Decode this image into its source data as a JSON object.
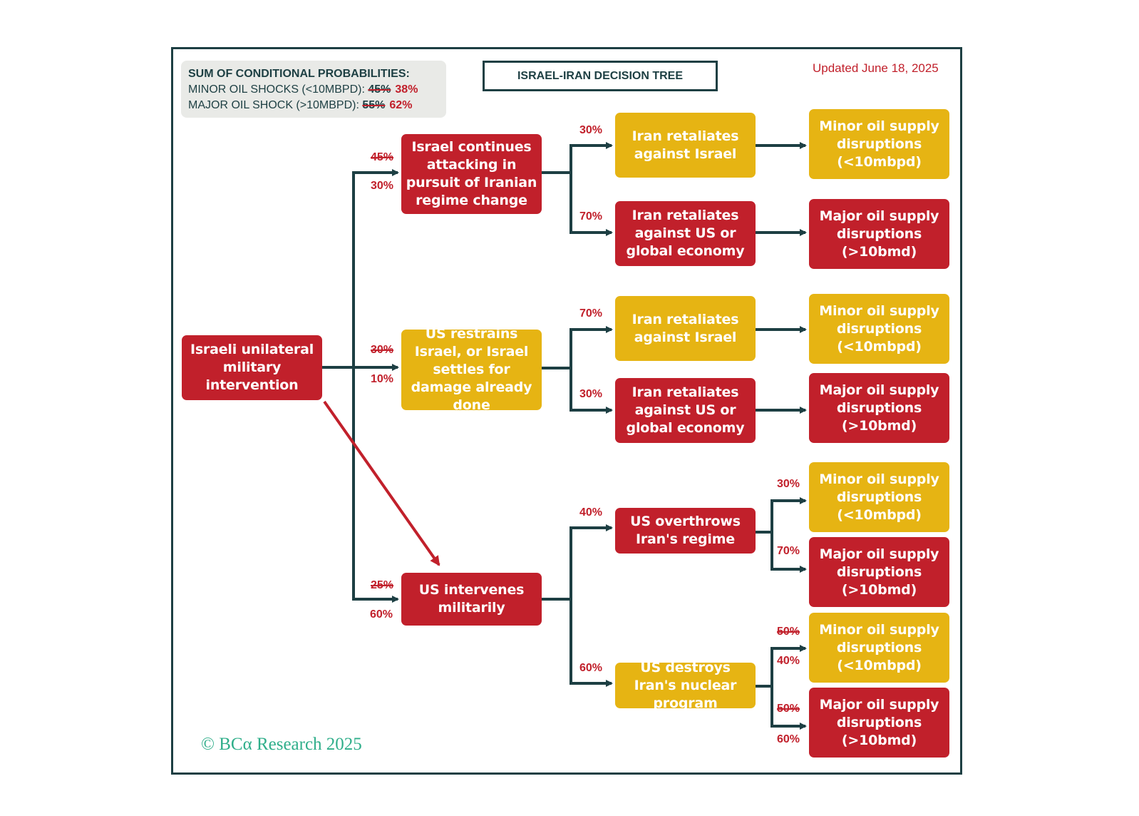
{
  "summary": {
    "heading": "SUM OF CONDITIONAL PROBABILITIES:",
    "minor_label": "MINOR OIL SHOCKS (<10MBPD):",
    "minor_old": "45%",
    "minor_new": "38%",
    "major_label": "MAJOR OIL SHOCK (>10MBPD):",
    "major_old": "55%",
    "major_new": "62%"
  },
  "title": "ISRAEL-IRAN DECISION TREE",
  "updated": "Updated June 18, 2025",
  "copyright": "© BCα Research 2025",
  "colors": {
    "red": "#c1202b",
    "yellow": "#e6b413",
    "line": "#1d3f43",
    "brand": "#2fae8a"
  },
  "nodes": {
    "root": "Israeli unilateral military intervention",
    "b1": "Israel continues attacking in pursuit of Iranian regime change",
    "b2": "US restrains Israel, or Israel settles for damage already done",
    "b3": "US intervenes militarily",
    "b1a": "Iran retaliates against Israel",
    "b1b": "Iran retaliates against US or global economy",
    "b2a": "Iran retaliates against Israel",
    "b2b": "Iran retaliates against US or global economy",
    "b3a": "US overthrows Iran's regime",
    "b3b": "US destroys Iran's nuclear program",
    "o1": "Minor oil supply disruptions (<10mbpd)",
    "o2": "Major oil supply disruptions (>10bmd)",
    "o3": "Minor oil supply disruptions (<10mbpd)",
    "o4": "Major oil supply disruptions (>10bmd)",
    "o5": "Minor oil supply disruptions (<10mbpd)",
    "o6": "Major oil supply disruptions (>10bmd)",
    "o7": "Minor oil supply disruptions (<10mbpd)",
    "o8": "Major oil supply disruptions (>10bmd)"
  },
  "probabilities": {
    "b1_old": "45%",
    "b1_new": "30%",
    "b2_old": "30%",
    "b2_new": "10%",
    "b3_old": "25%",
    "b3_new": "60%",
    "b1a": "30%",
    "b1b": "70%",
    "b2a": "70%",
    "b2b": "30%",
    "b3a": "40%",
    "b3b": "60%",
    "o5": "30%",
    "o6": "70%",
    "o7_old": "50%",
    "o7_new": "40%",
    "o8_old": "50%",
    "o8_new": "60%"
  }
}
